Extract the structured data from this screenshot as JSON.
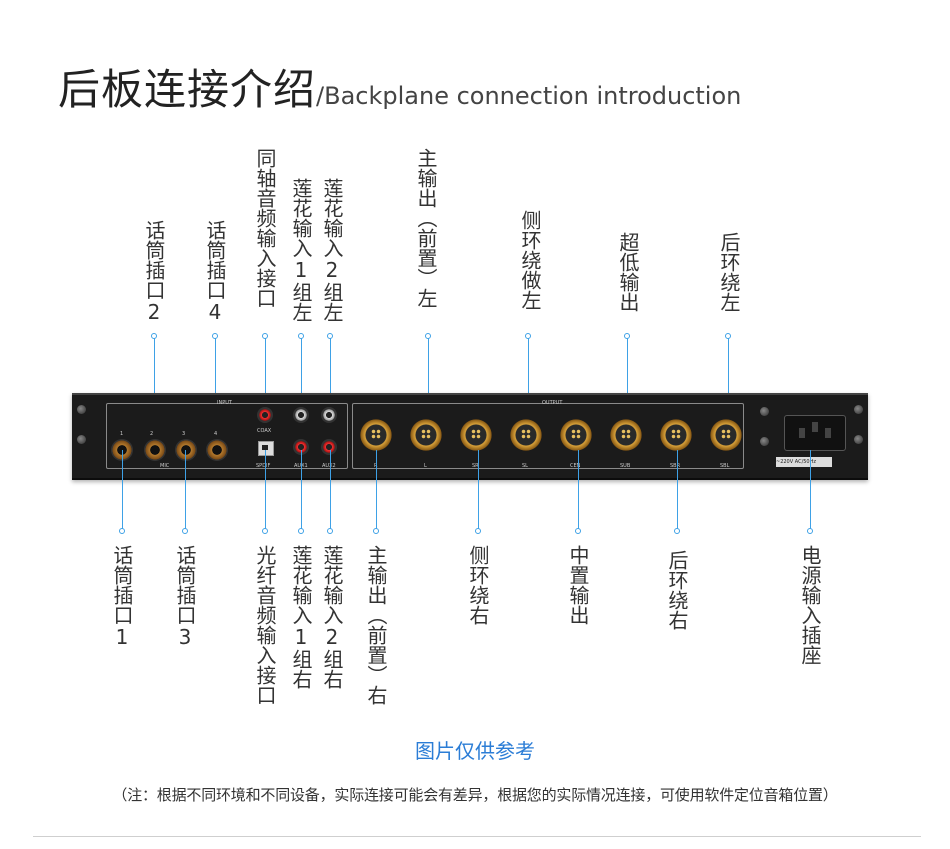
{
  "header": {
    "title_cn": "后板连接介绍",
    "title_en": "/Backplane connection introduction"
  },
  "top_labels": [
    {
      "id": "mic2",
      "text": "话筒插口2"
    },
    {
      "id": "mic4",
      "text": "话筒插口4"
    },
    {
      "id": "coax",
      "text": "同轴音频输入接口"
    },
    {
      "id": "rca1l",
      "text": "莲花输入1组左"
    },
    {
      "id": "rca2l",
      "text": "莲花输入2组左"
    },
    {
      "id": "mainl",
      "text": "主输出（前置）左"
    },
    {
      "id": "sidel",
      "text": "侧环绕做左"
    },
    {
      "id": "sub",
      "text": "超低输出"
    },
    {
      "id": "rearl",
      "text": "后环绕左"
    }
  ],
  "bottom_labels": [
    {
      "id": "mic1",
      "text": "话筒插口1"
    },
    {
      "id": "mic3",
      "text": "话筒插口3"
    },
    {
      "id": "optical",
      "text": "光纤音频输入接口"
    },
    {
      "id": "rca1r",
      "text": "莲花输入1组右"
    },
    {
      "id": "rca2r",
      "text": "莲花输入2组右"
    },
    {
      "id": "mainr",
      "text": "主输出（前置）右"
    },
    {
      "id": "sider",
      "text": "侧环绕右"
    },
    {
      "id": "center",
      "text": "中置输出"
    },
    {
      "id": "rearr",
      "text": "后环绕右"
    },
    {
      "id": "power",
      "text": "电源输入插座"
    }
  ],
  "device": {
    "input_label": "INPUT",
    "output_label": "OUTPUT",
    "mic_label": "MIC",
    "coax_label": "COAX",
    "spdif_label": "SPDIF",
    "aux1_label": "AUX1",
    "aux2_label": "AUX2",
    "power_spec": "~220V AC/50Hz",
    "mic_numbers": [
      "1",
      "2",
      "3",
      "4"
    ],
    "output_names": [
      "R",
      "L",
      "SR",
      "SL",
      "CEN",
      "SUB",
      "SBR",
      "SBL"
    ]
  },
  "footer": {
    "reference_note": "图片仅供参考",
    "disclaimer": "（注：根据不同环境和不同设备，实际连接可能会有差异，根据您的实际情况连接，可使用软件定位音箱位置）"
  },
  "colors": {
    "accent_line": "#3ea1e6",
    "reference_text": "#2b7dd6",
    "device_body": "#1b1b1b"
  }
}
